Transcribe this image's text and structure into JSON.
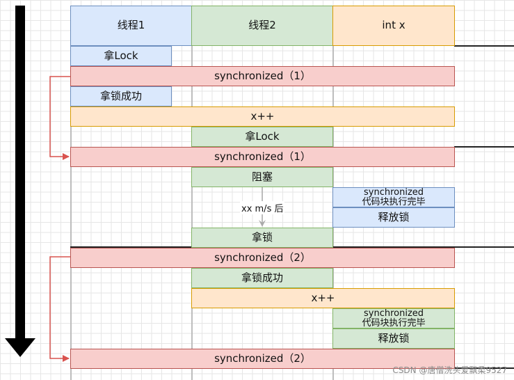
{
  "headers": {
    "thread1": "线程1",
    "thread2": "线程2",
    "var": "int x"
  },
  "steps": {
    "t1_lock": "拿Lock",
    "sync1_a": "synchronized（1）",
    "t1_lock_ok": "拿锁成功",
    "x_inc_1": "x++",
    "t2_lock": "拿Lock",
    "sync1_b": "synchronized（1）",
    "t2_block": "阻塞",
    "wait_label": "xx m/s 后",
    "sync_done_1a": "synchronized",
    "sync_done_1b": "代码块执行完毕",
    "release_1": "释放锁",
    "t2_take": "拿锁",
    "sync2_a": "synchronized（2）",
    "t2_lock_ok": "拿锁成功",
    "x_inc_2": "x++",
    "sync_done_2a": "synchronized",
    "sync_done_2b": "代码块执行完毕",
    "release_2": "释放锁",
    "sync2_b": "synchronized（2）"
  },
  "watermark": "CSDN @唐僧洗头爱飘柔9527",
  "colors": {
    "blue_fill": "#dae8fc",
    "blue_border": "#6c8ebf",
    "green_fill": "#d5e8d4",
    "green_border": "#82b366",
    "orange_fill": "#ffe6cc",
    "orange_border": "#d79b00",
    "red_fill": "#f8cecc",
    "red_border": "#b85450",
    "arrow_red": "#d9534f"
  }
}
